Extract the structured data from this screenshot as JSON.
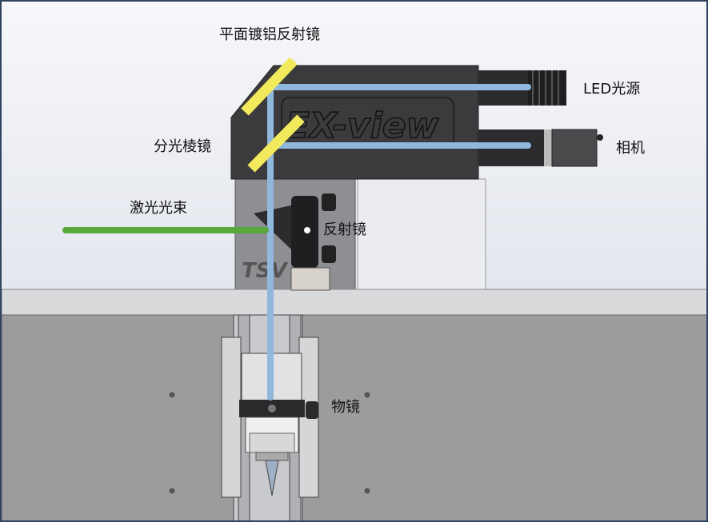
{
  "title": "EX-view optical path diagram",
  "housing_logo": "EX-view",
  "labels": {
    "flat_mirror": "平面镀铝反射镜",
    "led_source": "LED光源",
    "beam_splitter": "分光棱镜",
    "camera": "相机",
    "laser_beam": "激光光束",
    "mirror": "反射镜",
    "objective": "物镜"
  },
  "colors": {
    "optical_path": "#8fb8dc",
    "laser": "#5aa83c",
    "mirror": "#f2ea5c",
    "housing": "#3b3b3d"
  }
}
